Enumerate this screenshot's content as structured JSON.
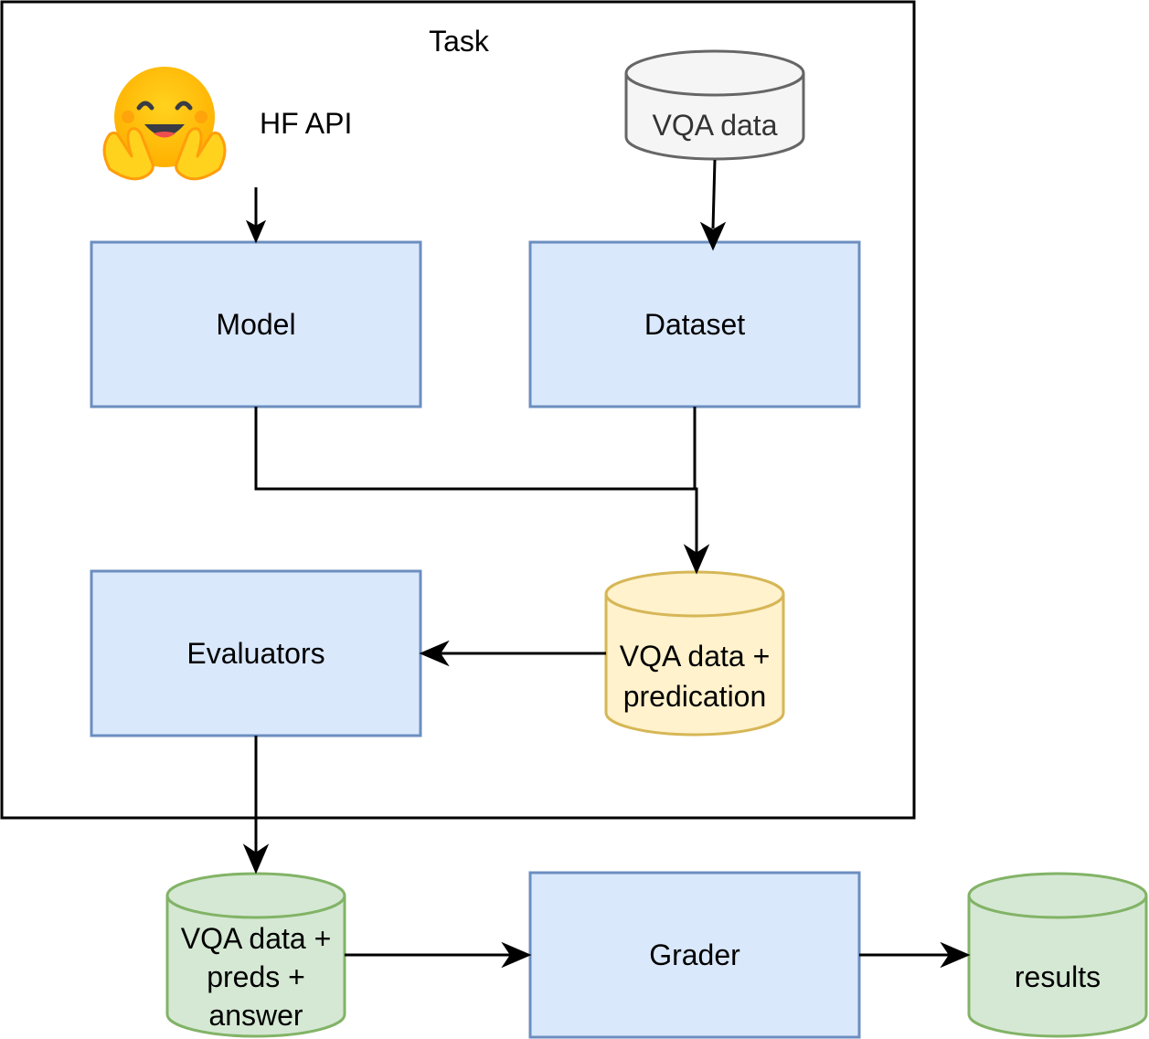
{
  "task": {
    "title": "Task"
  },
  "hf": {
    "label": "HF API",
    "icon": "hugging-face-emoji-icon"
  },
  "nodes": {
    "vqa_data": {
      "label": "VQA data",
      "fill": "#f5f5f5",
      "stroke": "#666666",
      "text_color": "#333333"
    },
    "model": {
      "label": "Model"
    },
    "dataset": {
      "label": "Dataset"
    },
    "evaluators": {
      "label": "Evaluators"
    },
    "vqa_pred": {
      "lines": [
        "VQA data +",
        "predication"
      ],
      "fill": "#fff2cc",
      "stroke": "#d6b656"
    },
    "vqa_preds_answer": {
      "lines": [
        "VQA data +",
        "preds +",
        "answer"
      ],
      "fill": "#d5e8d4",
      "stroke": "#82b366"
    },
    "grader": {
      "label": "Grader"
    },
    "results": {
      "label": "results",
      "fill": "#d5e8d4",
      "stroke": "#82b366"
    }
  },
  "colors": {
    "process_fill": "#dae8fc",
    "process_stroke": "#6c8ebf",
    "edge": "#000000"
  }
}
